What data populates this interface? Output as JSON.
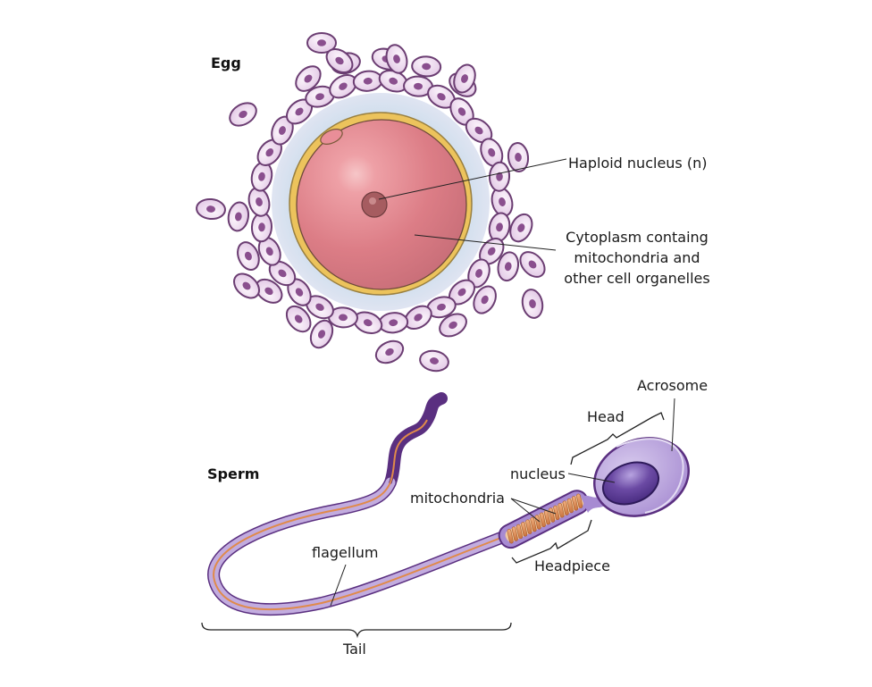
{
  "egg": {
    "title": "Egg",
    "labels": {
      "nucleus": "Haploid nucleus (n)",
      "cytoplasm_line1": "Cytoplasm containg",
      "cytoplasm_line2": "mitochondria and",
      "cytoplasm_line3": "other cell organelles"
    }
  },
  "sperm": {
    "title": "Sperm",
    "labels": {
      "acrosome": "Acrosome",
      "head": "Head",
      "nucleus": "nucleus",
      "mitochondria": "mitochondria",
      "headpiece": "Headpiece",
      "flagellum": "flagellum",
      "tail": "Tail"
    }
  },
  "colors": {
    "cell_fill": "#eedcee",
    "cell_stroke": "#6b3d72",
    "cell_nucleus": "#8a4f8e",
    "zona": "#c8d8ea",
    "egg_membrane": "#e8c45a",
    "egg_cytoplasm": "#d87a84",
    "egg_nucleus": "#a45a5e",
    "sperm_body": "#b9a2dc",
    "sperm_stroke": "#5a2f80",
    "sperm_nucleus": "#5b3b92",
    "mitochondria": "#d98a4e"
  }
}
